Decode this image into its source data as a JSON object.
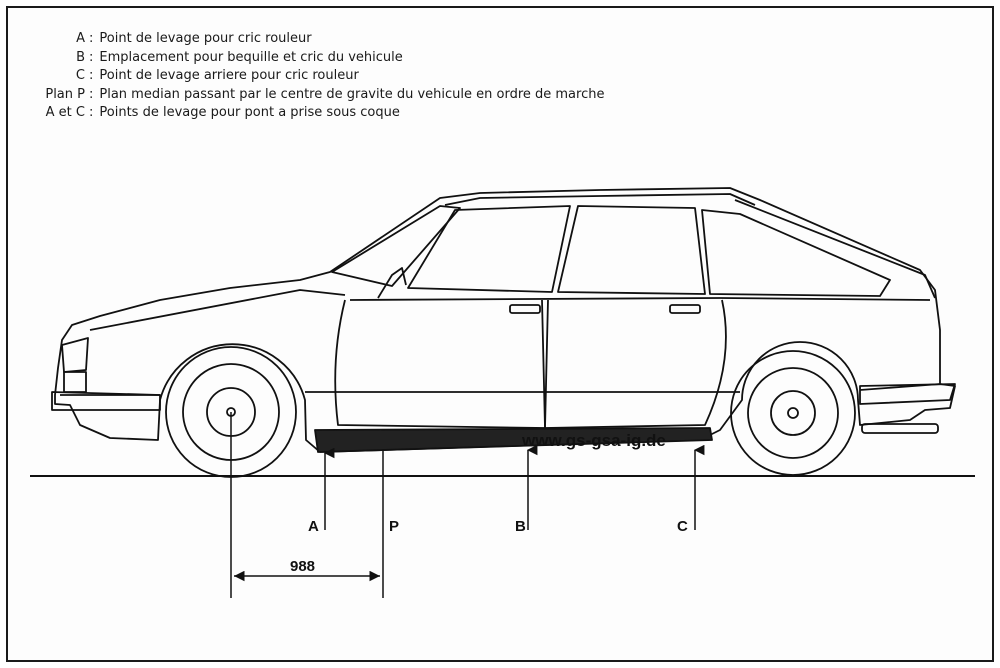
{
  "legend": [
    {
      "key": "A",
      "sep": ":",
      "text": "Point de levage pour cric rouleur"
    },
    {
      "key": "B",
      "sep": ":",
      "text": "Emplacement pour bequille et cric du vehicule"
    },
    {
      "key": "C",
      "sep": ":",
      "text": "Point de levage arriere pour cric rouleur"
    },
    {
      "key": "Plan P",
      "sep": ":",
      "text": "Plan median passant par le centre de gravite du vehicule en ordre de marche"
    },
    {
      "key": "A et C",
      "sep": ":",
      "text": "Points de levage pour pont a prise sous coque"
    }
  ],
  "markers": {
    "a": "A",
    "p": "P",
    "b": "B",
    "c": "C"
  },
  "dimension": {
    "value": "988"
  },
  "watermark": "www.gs-gsa-ig.de",
  "colors": {
    "ink": "#111111",
    "paper": "#fdfdfd"
  }
}
